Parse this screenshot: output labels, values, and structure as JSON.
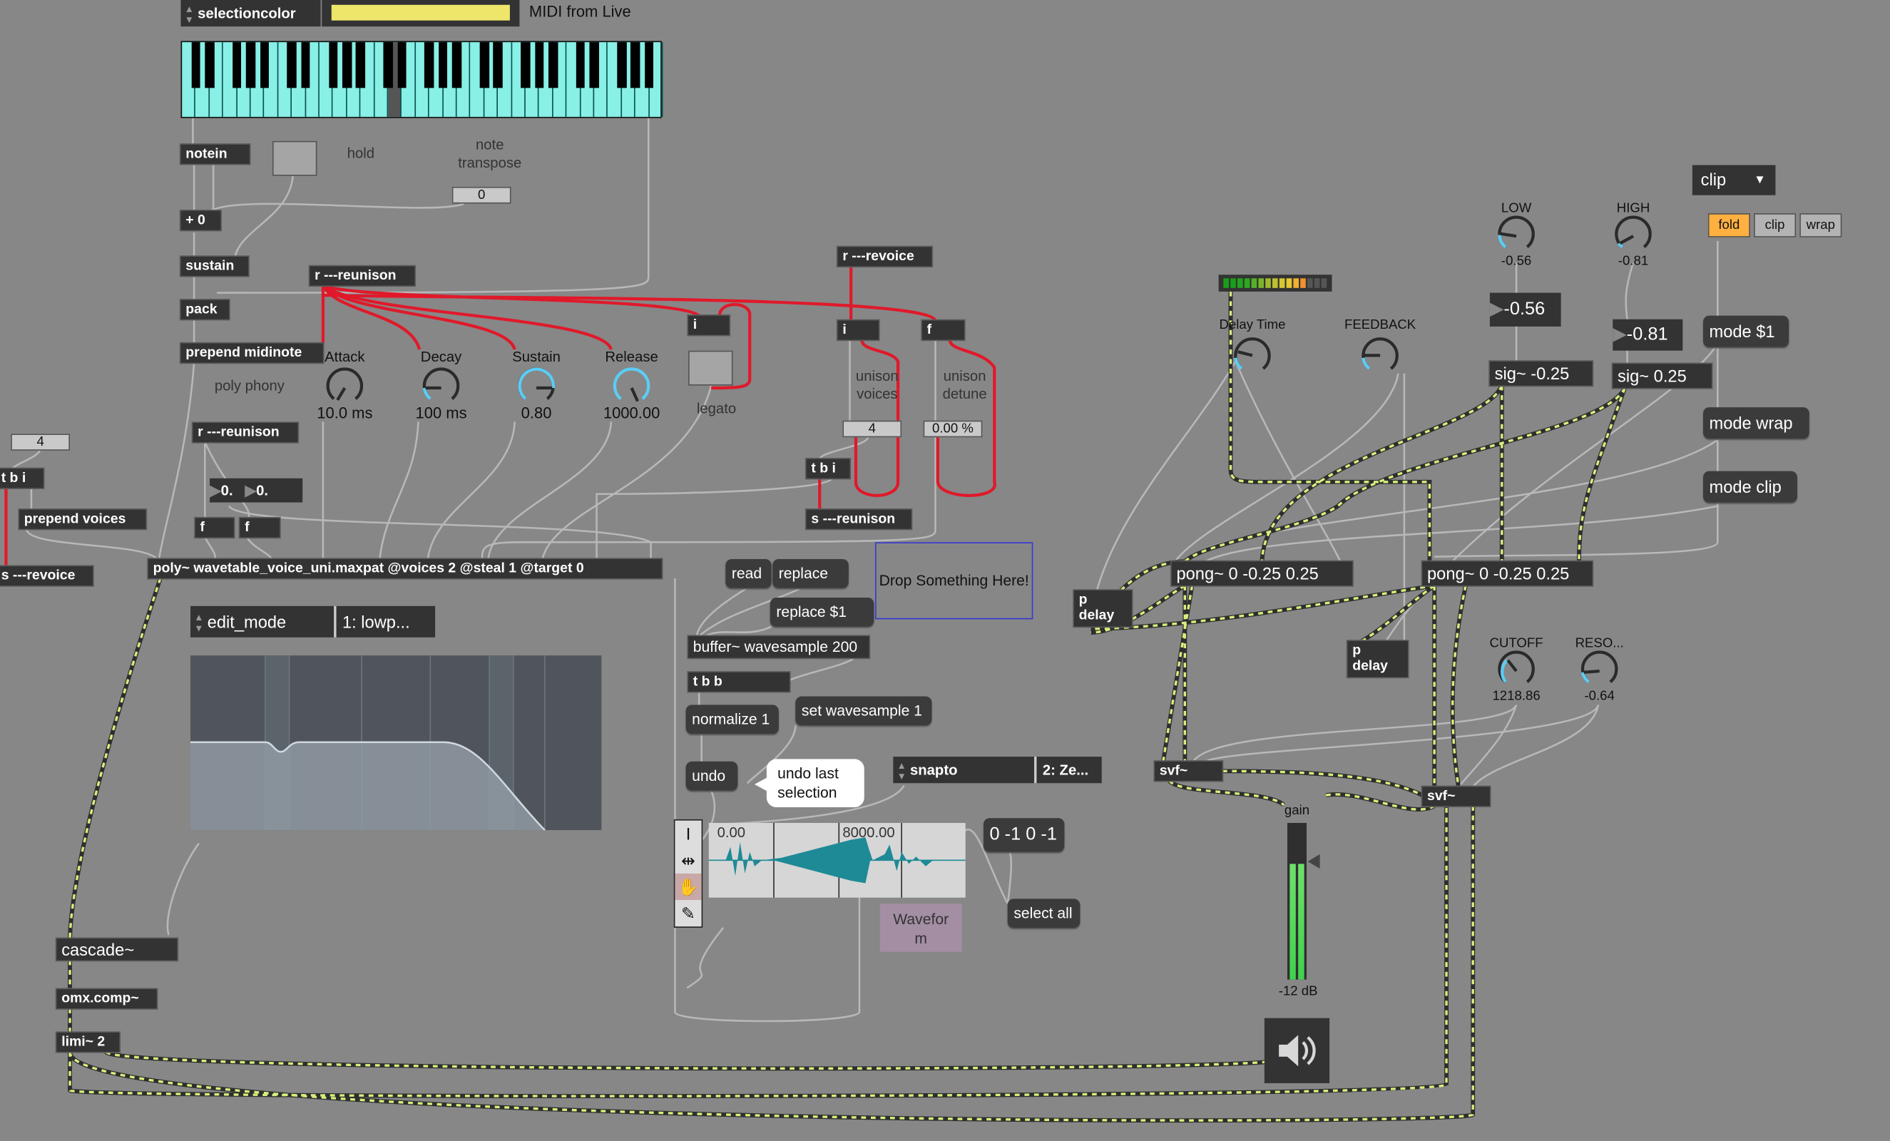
{
  "top": {
    "selectioncolor_label": "selectioncolor",
    "midi_comment": "MIDI from Live",
    "swatch_color": "#ede66a"
  },
  "objects": {
    "notein": "notein",
    "plus0": "+ 0",
    "sustain": "sustain",
    "pack": "pack",
    "prepend_midinote": "prepend midinote",
    "r_reunison_1": "r ---reunison",
    "r_reunison_2": "r ---reunison",
    "f1": "f",
    "f2": "f",
    "tbi_left": "t b i",
    "prepend_voices": "prepend voices",
    "s_revoice": "s ---revoice",
    "poly": "poly~ wavetable_voice_uni.maxpat @voices 2 @steal 1 @target 0",
    "i_legato": "i",
    "r_revoice": "r ---revoice",
    "i_voices": "i",
    "f_detune": "f",
    "tbi_right": "t b i",
    "s_reunison": "s ---reunison",
    "buffer": "buffer~ wavesample 200",
    "tbb": "t b b",
    "cascade": "cascade~",
    "omx": "omx.comp~",
    "limi": "limi~ 2",
    "sig_low": "sig~ -0.25",
    "sig_high": "sig~ 0.25",
    "pong1": "pong~ 0 -0.25 0.25",
    "pong2": "pong~ 0 -0.25 0.25",
    "pdelay1": "p\ndelay",
    "pdelay2": "p\ndelay",
    "svf1": "svf~",
    "svf2": "svf~"
  },
  "comments": {
    "hold": "hold",
    "note_transpose": "note\ntranspose",
    "polyphony": "poly phony",
    "legato": "legato",
    "unison_voices": "unison\nvoices",
    "unison_detune": "unison\ndetune",
    "drop": "Drop Something Here!",
    "undo_bubble": "undo last\nselection",
    "waveform_comment": "Wavefor\nm"
  },
  "numbers": {
    "transpose": "0",
    "voices_left": "4",
    "flo1": "0.",
    "flo2": "0.",
    "unison_voices": "4",
    "unison_detune": "0.00 %",
    "low_flo": "-0.56",
    "high_flo": "-0.81"
  },
  "dials": {
    "attack": {
      "label": "Attack",
      "value": "10.0 ms"
    },
    "decay": {
      "label": "Decay",
      "value": "100 ms"
    },
    "sustain": {
      "label": "Sustain",
      "value": "0.80"
    },
    "release": {
      "label": "Release",
      "value": "1000.00"
    },
    "delay_time": {
      "label": "Delay Time"
    },
    "feedback": {
      "label": "FEEDBACK"
    },
    "low": {
      "label": "LOW",
      "value": "-0.56"
    },
    "high": {
      "label": "HIGH",
      "value": "-0.81"
    },
    "cutoff": {
      "label": "CUTOFF",
      "value": "1218.86"
    },
    "reso": {
      "label": "RESO...",
      "value": "-0.64"
    }
  },
  "messages": {
    "read": "read",
    "replace": "replace",
    "replace1": "replace $1",
    "normalize": "normalize 1",
    "set_wavesample": "set wavesample 1",
    "undo": "undo",
    "range": "0 -1 0 -1",
    "select_all": "select all",
    "mode1": "mode $1",
    "mode_wrap": "mode wrap",
    "mode_clip": "mode clip"
  },
  "menus": {
    "edit_mode_label": "edit_mode",
    "edit_mode_value": "1: lowp...",
    "snapto_label": "snapto",
    "snapto_value": "2: Ze...",
    "clip_menu": "clip"
  },
  "tabs": [
    {
      "label": "fold",
      "active": true
    },
    {
      "label": "clip"
    },
    {
      "label": "wrap"
    }
  ],
  "waveform": {
    "start": "0.00",
    "end": "8000.00"
  },
  "gain": {
    "label": "gain",
    "value": "-12 dB"
  },
  "colors": {
    "keys": "#88f0e6",
    "signal": "#d6f07c",
    "accent": "#ffb040",
    "dial": "#5bcdf5"
  }
}
